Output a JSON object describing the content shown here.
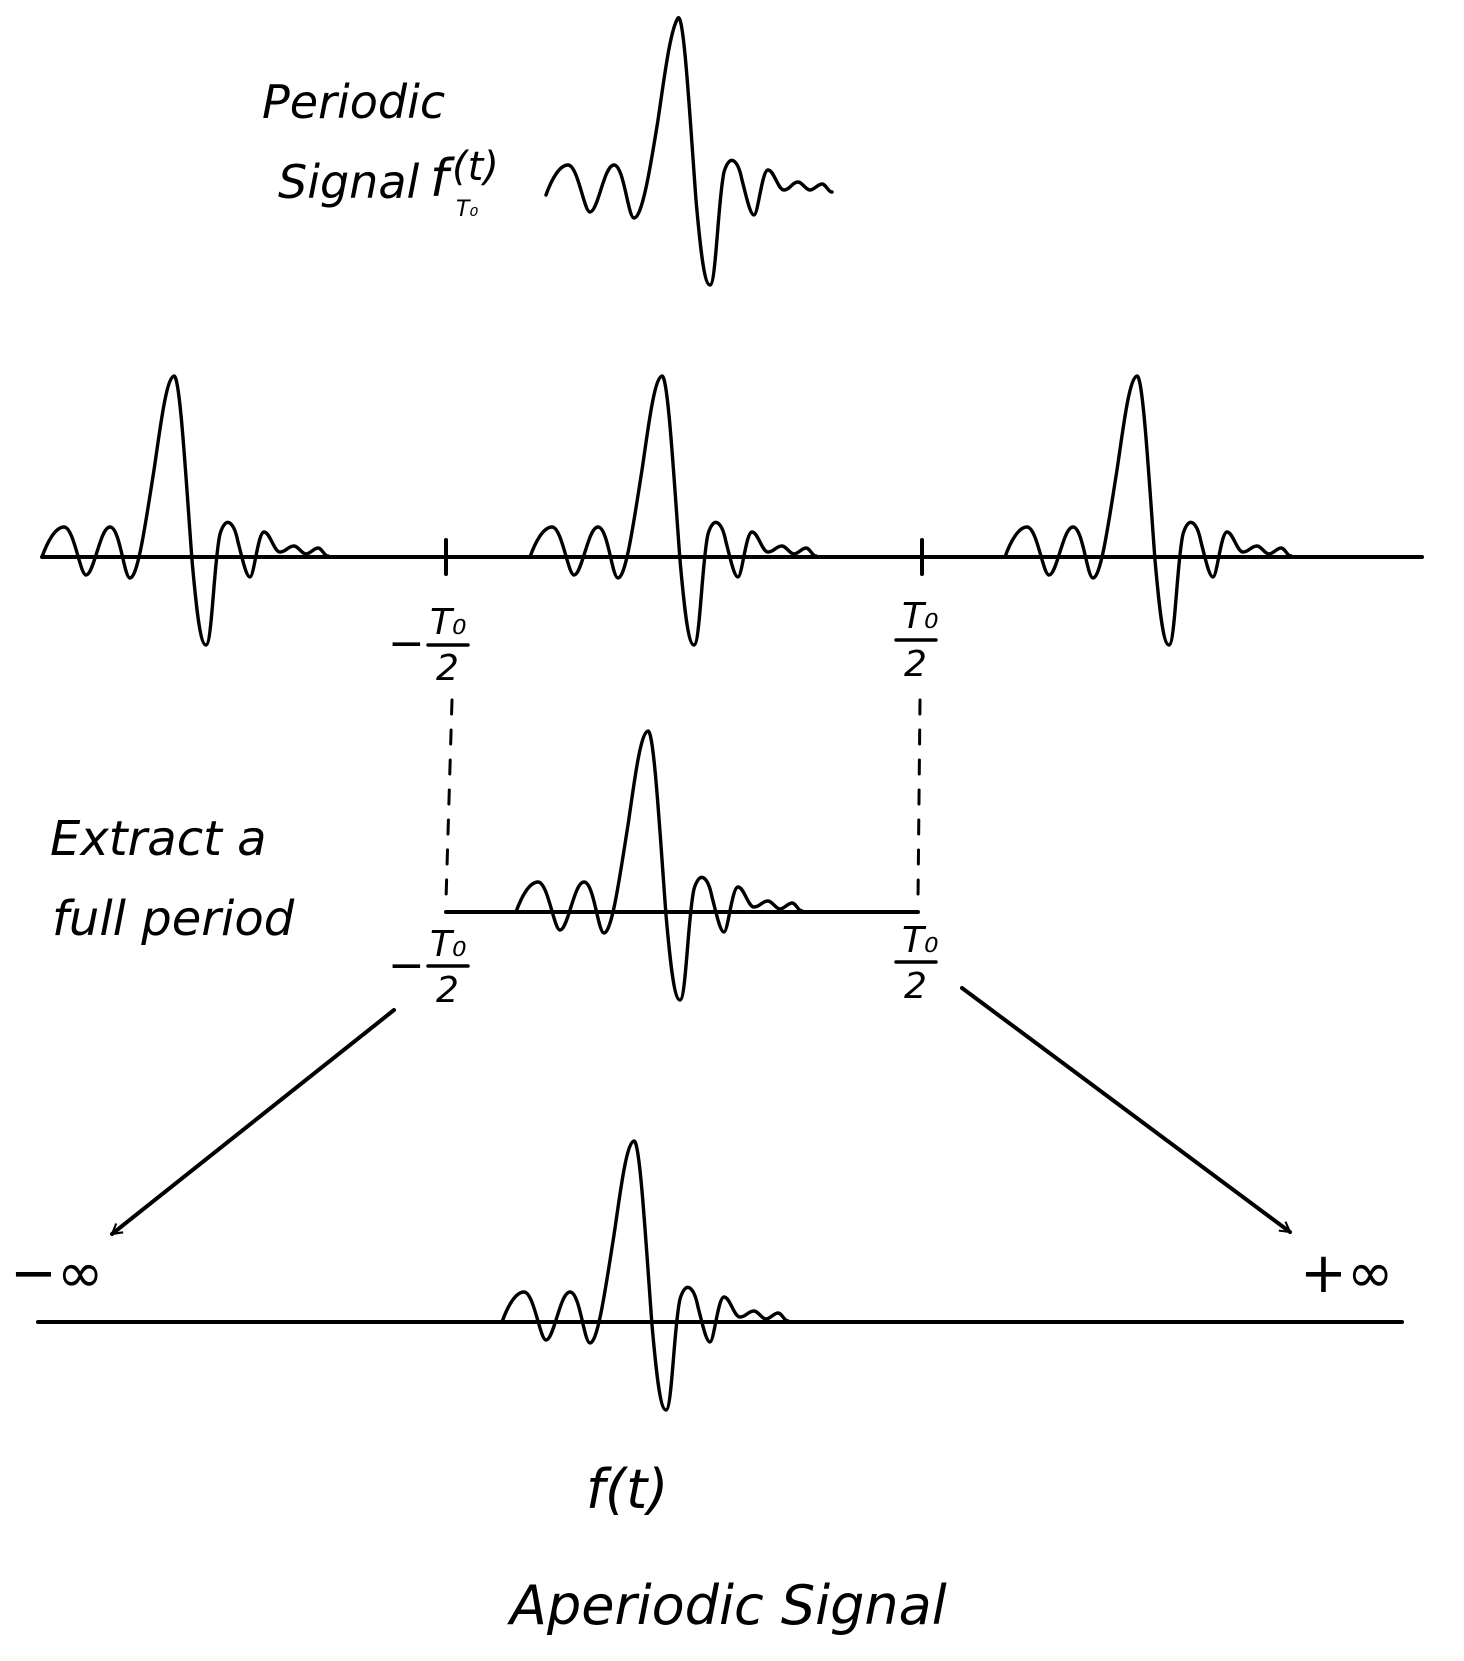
{
  "diagram": {
    "periodic_label": {
      "line1": "Periodic",
      "line2": "Signal",
      "func": "f",
      "sub": "T₀",
      "arg": "(t)"
    },
    "period_markers": {
      "neg_sign": "−",
      "numerator": "T₀",
      "denominator": "2"
    },
    "extract_label": {
      "line1": "Extract a",
      "line2": "full period"
    },
    "infinity": {
      "neg": "−∞",
      "pos": "+∞"
    },
    "aperiodic_label": {
      "func": "f(t)",
      "caption": "Aperiodic Signal"
    },
    "colors": {
      "ink": "#000000",
      "background": "#ffffff"
    }
  }
}
